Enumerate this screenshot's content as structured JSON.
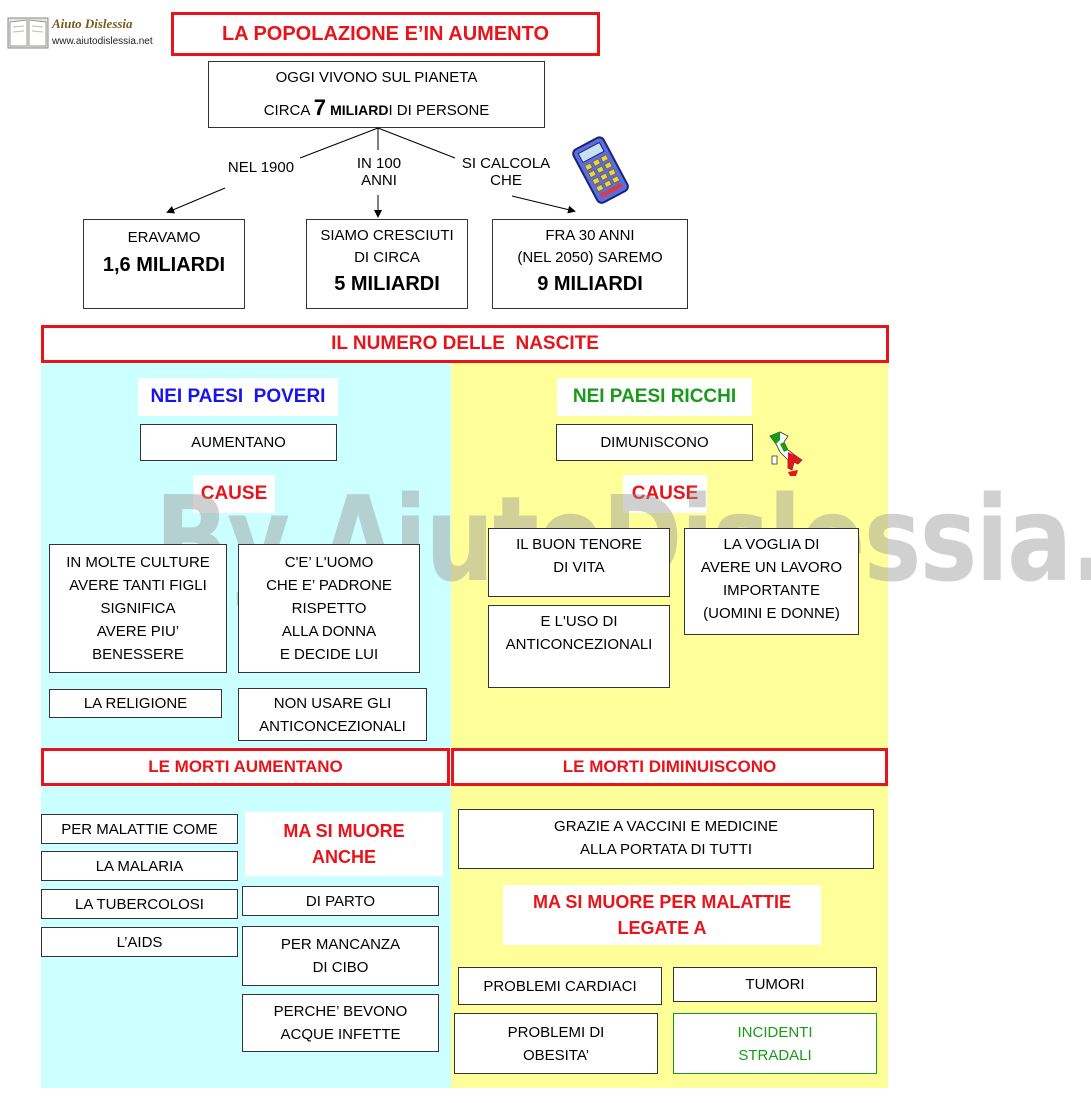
{
  "logo": {
    "name": "Aiuto Dislessia",
    "url": "www.aiutodislessia.net"
  },
  "main_title": "LA POPOLAZIONE E’IN AUMENTO",
  "today": {
    "line1": "OGGI VIVONO SUL PIANETA",
    "pre": "CIRCA ",
    "num": "7",
    "bold": "MILIARD",
    "post": "I DI PERSONE"
  },
  "branches": [
    {
      "label": "NEL 1900",
      "lines": [
        "ERAVAMO"
      ],
      "value": "1,6 MILIARDI"
    },
    {
      "label_line1": "IN 100",
      "label_line2": "ANNI",
      "lines": [
        "SIAMO CRESCIUTI",
        "DI CIRCA"
      ],
      "value": "5 MILIARDI"
    },
    {
      "label_line1": "SI CALCOLA",
      "label_line2": "CHE",
      "lines": [
        "FRA 30 ANNI",
        "(NEL 2050) SAREMO"
      ],
      "value": "9 MILIARDI"
    }
  ],
  "births": {
    "title": "IL NUMERO DELLE  NASCITE",
    "poor": {
      "heading": "NEI PAESI  POVERI",
      "trend": "AUMENTANO",
      "causes_label": "CAUSE",
      "causes": [
        [
          "IN MOLTE CULTURE",
          "AVERE TANTI FIGLI",
          "SIGNIFICA",
          "AVERE PIU’",
          "BENESSERE"
        ],
        [
          "C'E’ L'UOMO",
          "CHE E’ PADRONE",
          "RISPETTO",
          "ALLA DONNA",
          "E DECIDE LUI"
        ],
        [
          "LA RELIGIONE"
        ],
        [
          "NON USARE GLI",
          "ANTICONCEZIONALI"
        ]
      ]
    },
    "rich": {
      "heading": "NEI PAESI RICCHI",
      "trend": "DIMUNISCONO",
      "causes_label": "CAUSE",
      "causes": [
        [
          "IL BUON TENORE",
          "DI VITA"
        ],
        [
          "LA VOGLIA DI",
          "AVERE UN LAVORO",
          "IMPORTANTE",
          "(UOMINI E DONNE)"
        ],
        [
          "E L'USO DI",
          "ANTICONCEZIONALI"
        ]
      ]
    }
  },
  "deaths_up": {
    "title": "LE MORTI AUMENTANO",
    "items": [
      "PER MALATTIE COME",
      "LA MALARIA",
      "LA TUBERCOLOSI",
      "L’AIDS"
    ],
    "also_label": [
      "MA SI MUORE",
      "ANCHE"
    ],
    "also": [
      [
        "DI PARTO"
      ],
      [
        "PER MANCANZA",
        "DI CIBO"
      ],
      [
        "PERCHE’ BEVONO",
        "ACQUE INFETTE"
      ]
    ]
  },
  "deaths_down": {
    "title": "LE MORTI DIMINUISCONO",
    "reason": [
      "GRAZIE A VACCINI E MEDICINE",
      "ALLA PORTATA DI TUTTI"
    ],
    "label": [
      "MA SI MUORE PER MALATTIE",
      "LEGATE A"
    ],
    "diseases": [
      [
        "PROBLEMI CARDIACI"
      ],
      [
        "TUMORI"
      ],
      [
        "PROBLEMI DI",
        "OBESITA’"
      ],
      [
        "INCIDENTI",
        "STRADALI"
      ]
    ]
  },
  "watermark": "By AiutoDislessia.net",
  "colors": {
    "red": "#e8141b",
    "cyan_panel": "#ccffff",
    "yellow_panel": "#ffff99",
    "blue": "#1a14e8",
    "green": "#1a9a1a"
  },
  "icons": [
    "calculator-icon",
    "italy-map-icon",
    "logo-book-icon"
  ]
}
